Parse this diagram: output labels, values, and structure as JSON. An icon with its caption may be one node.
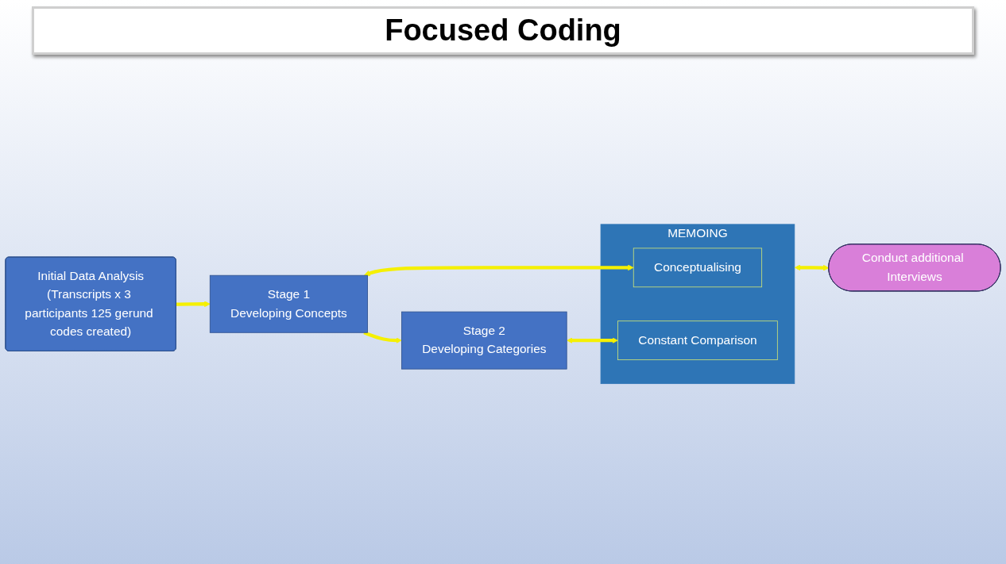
{
  "diagram": {
    "title": "Focused Coding",
    "nodes": [
      {
        "text": [
          "Initial Data Analysis",
          "(Transcripts x 3 participants 125 gerund codes created)"
        ]
      },
      {
        "text": [
          "Stage 1",
          "Developing Concepts"
        ]
      },
      {
        "text": [
          "Stage 2",
          "Developing Categories"
        ]
      },
      {
        "text": [
          "MEMOING"
        ]
      },
      {
        "text": [
          "Conceptualising"
        ],
        "in": 3
      },
      {
        "text": [
          "Constant Comparison"
        ],
        "in": 3
      },
      {
        "text": [
          "Conduct additional Interviews"
        ]
      }
    ],
    "edges": [
      {
        "from": 0,
        "to": 1,
        "arrow": "to"
      },
      {
        "from": 1,
        "to": 2,
        "arrow": "to"
      },
      {
        "from": 1,
        "to": 4,
        "arrow": "both"
      },
      {
        "from": 2,
        "to": 5,
        "arrow": "both"
      },
      {
        "from": 3,
        "to": 6,
        "arrow": "both"
      }
    ]
  }
}
